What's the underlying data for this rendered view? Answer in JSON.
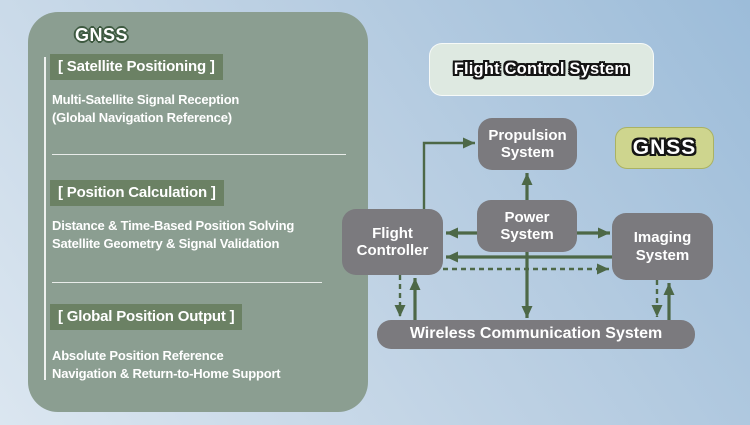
{
  "panel": {
    "title": "GNSS",
    "sections": [
      {
        "heading": "[ Satellite Positioning ]",
        "lines": [
          "Multi-Satellite Signal Reception",
          "(Global Navigation Reference)"
        ]
      },
      {
        "heading": "[ Position Calculation ]",
        "lines": [
          "Distance & Time-Based Position Solving",
          "Satellite Geometry & Signal Validation"
        ]
      },
      {
        "heading": "[ Global Position Output ]",
        "lines": [
          "Absolute Position Reference",
          "Navigation & Return-to-Home Support"
        ]
      }
    ]
  },
  "diagram": {
    "title": "Flight Control System",
    "gnss_badge": "GNSS",
    "nodes": {
      "propulsion": "Propulsion\nSystem",
      "power": "Power\nSystem",
      "flight_controller": "Flight\nController",
      "imaging": "Imaging\nSystem",
      "wireless": "Wireless Communication System"
    },
    "connections": [
      {
        "from": "flight-controller",
        "to": "propulsion-system",
        "style": "solid"
      },
      {
        "from": "power-system",
        "to": "propulsion-system",
        "style": "solid"
      },
      {
        "from": "power-system",
        "to": "flight-controller",
        "style": "solid"
      },
      {
        "from": "power-system",
        "to": "imaging-system",
        "style": "solid"
      },
      {
        "from": "power-system",
        "to": "wireless-communication-system",
        "style": "solid"
      },
      {
        "from": "imaging-system",
        "to": "flight-controller",
        "style": "solid"
      },
      {
        "from": "flight-controller",
        "to": "imaging-system",
        "style": "dashed"
      },
      {
        "from": "flight-controller",
        "to": "wireless-communication-system",
        "style": "dashed"
      },
      {
        "from": "wireless-communication-system",
        "to": "flight-controller",
        "style": "solid"
      },
      {
        "from": "imaging-system",
        "to": "wireless-communication-system",
        "style": "dashed"
      },
      {
        "from": "wireless-communication-system",
        "to": "imaging-system",
        "style": "solid"
      }
    ]
  },
  "colors": {
    "background_top_right": "#9cbcd9",
    "background_bottom_left": "#dbe6f0",
    "panel_bg": "#8b9e91",
    "heading_bg": "#6b8164",
    "node_gray": "#7b7a7e",
    "arrow_green": "#4d6847",
    "title_box_bg": "#dee9e1",
    "gnss_badge_bg": "#ced58e",
    "text_white": "#ffffff"
  }
}
